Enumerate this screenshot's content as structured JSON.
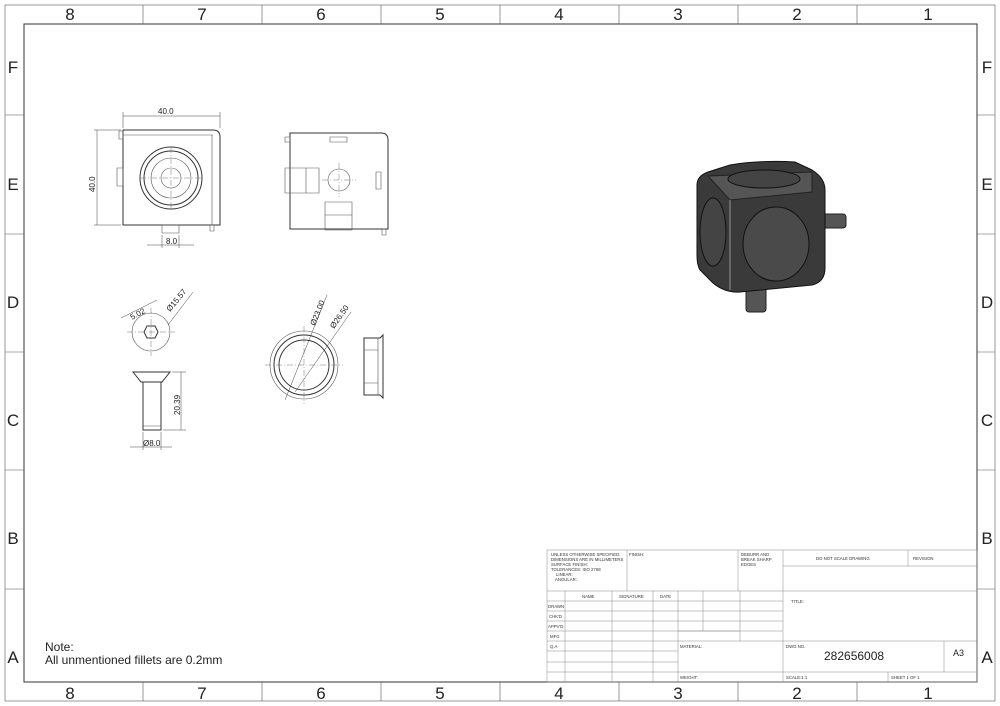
{
  "zones": {
    "columns": [
      "8",
      "7",
      "6",
      "5",
      "4",
      "3",
      "2",
      "1"
    ],
    "rows": [
      "F",
      "E",
      "D",
      "C",
      "B",
      "A"
    ]
  },
  "views": {
    "front": {
      "width_dim": "40.0",
      "height_dim": "40.0",
      "peg_dim": "8.0"
    },
    "screw": {
      "hex_dim": "5.02",
      "head_dim": "Ø15.57",
      "length_dim": "20.39",
      "shank_dim": "Ø8.0"
    },
    "cap": {
      "inner_dim": "Ø23.00",
      "outer_dim": "Ø26.50"
    }
  },
  "note": {
    "title": "Note:",
    "text": "All unmentioned fillets are 0.2mm"
  },
  "title_block": {
    "general_notes": [
      "UNLESS OTHERWISE SPECIFIED:",
      "DIMENSIONS ARE IN MILLIMETERS",
      "SURFACE FINISH:",
      "TOLERANCES: ISO 2768",
      "LINEAR:",
      "ANGULAR:"
    ],
    "finish_label": "FINISH:",
    "deburr": [
      "DEBURR AND",
      "BREAK SHARP",
      "EDGES"
    ],
    "do_not_scale": "DO NOT SCALE DRAWING",
    "revision_label": "REVISION",
    "headers": {
      "name": "NAME",
      "signature": "SIGNATURE",
      "date": "DATE"
    },
    "roles": [
      "DRAWN",
      "CHK'D",
      "APPV'D",
      "MFG",
      "Q.A"
    ],
    "title_label": "TITLE:",
    "material_label": "MATERIAL:",
    "weight_label": "WEIGHT:",
    "dwg_no_label": "DWG NO.",
    "dwg_no": "282656008",
    "sheet_size": "A3",
    "scale": "SCALE:1:1",
    "sheet": "SHEET 1 OF 1"
  }
}
